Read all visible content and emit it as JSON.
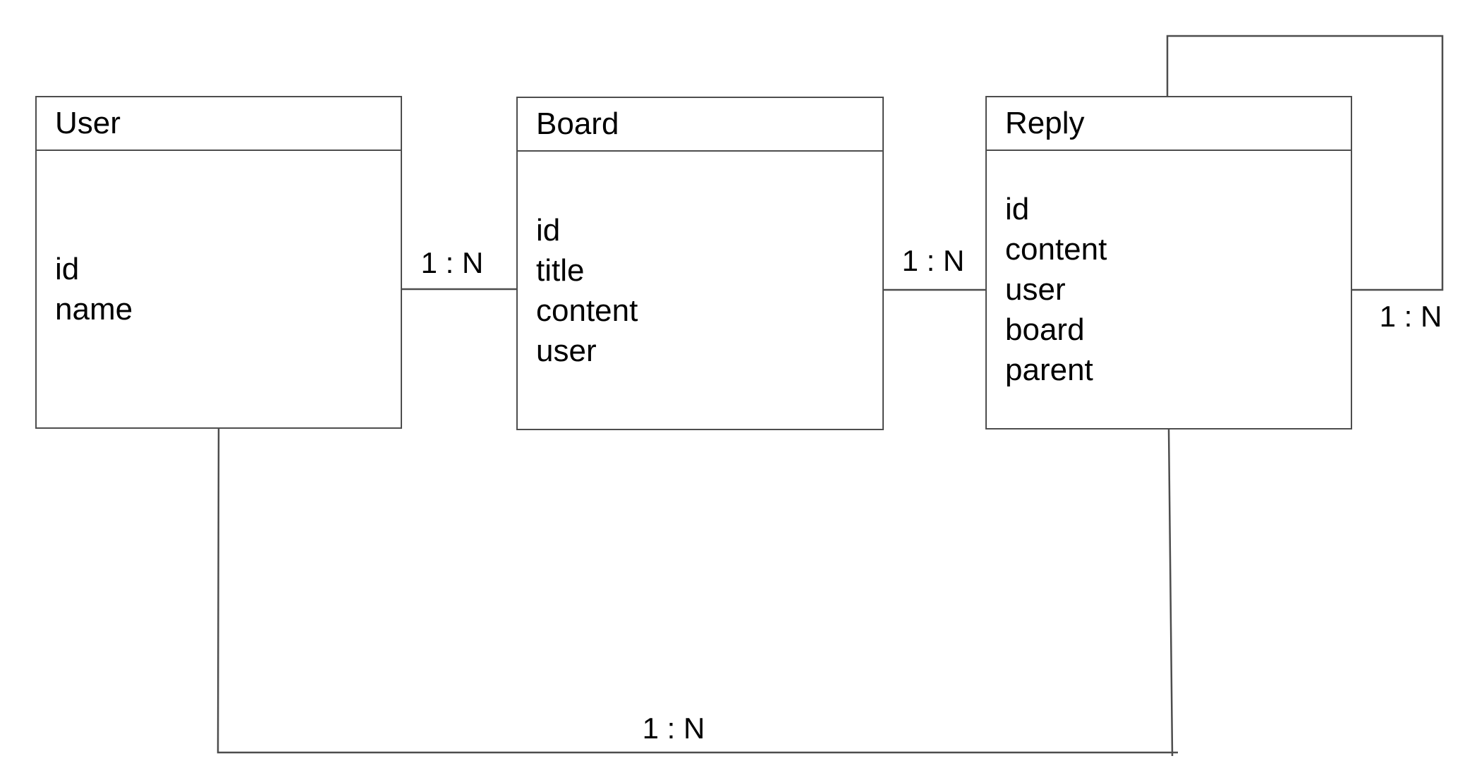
{
  "canvas": {
    "background_color": "#ffffff",
    "line_color": "#4d4d4d",
    "text_color": "#000000"
  },
  "entities": [
    {
      "name": "User",
      "fields": [
        "id",
        "name"
      ]
    },
    {
      "name": "Board",
      "fields": [
        "id",
        "title",
        "content",
        "user"
      ]
    },
    {
      "name": "Reply",
      "fields": [
        "id",
        "content",
        "user",
        "board",
        "parent"
      ]
    }
  ],
  "relationships": [
    {
      "from": "User",
      "to": "Board",
      "label": "1 : N"
    },
    {
      "from": "Board",
      "to": "Reply",
      "label": "1 : N"
    },
    {
      "from": "Reply",
      "to": "Reply",
      "label": "1 : N"
    },
    {
      "from": "User",
      "to": "Reply",
      "label": "1 : N"
    }
  ]
}
